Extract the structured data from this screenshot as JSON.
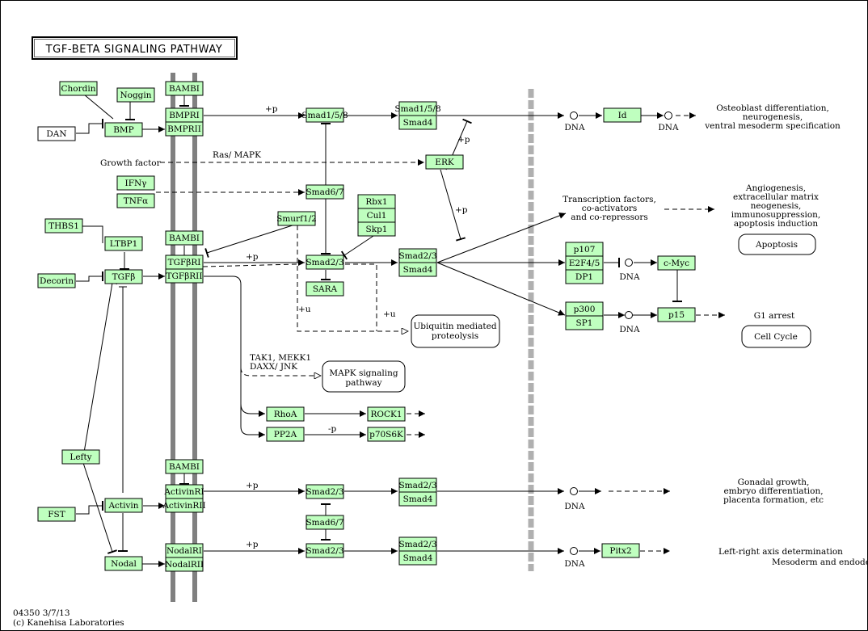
{
  "title": "TGF-BETA SIGNALING PATHWAY",
  "footer": {
    "id_date": "04350 3/7/13",
    "copyright": "(c) Kanehisa Laboratories"
  },
  "colors": {
    "gene_fill": "#bfffbf",
    "membrane": "#808080",
    "nucleus": "#b0b0b0"
  },
  "genes": {
    "chordin": "Chordin",
    "noggin": "Noggin",
    "dan": "DAN",
    "bmp": "BMP",
    "bambi1": "BAMBI",
    "bmpri": "BMPRI",
    "bmprii": "BMPRII",
    "smad158": "Smad1/5/8",
    "smad158b": "Smad1/5/8",
    "smad4_1": "Smad4",
    "id": "Id",
    "erk": "ERK",
    "ifng": "IFNγ",
    "tnfa": "TNFα",
    "smad67_1": "Smad6/7",
    "smurf": "Smurf1/2",
    "rbx1": "Rbx1",
    "cul1": "Cul1",
    "skp1": "Skp1",
    "thbs1": "THBS1",
    "ltbp1": "LTBP1",
    "decorin": "Decorin",
    "tgfb": "TGFβ",
    "bambi2": "BAMBI",
    "tgfbri": "TGFβRI",
    "tgfbrii": "TGFβRII",
    "smad23_1": "Smad2/3",
    "sara": "SARA",
    "smad23b": "Smad2/3",
    "smad4_2": "Smad4",
    "p107": "p107",
    "e2f45": "E2F4/5",
    "dp1": "DP1",
    "cmyc": "c-Myc",
    "p300": "p300",
    "sp1": "SP1",
    "p15": "p15",
    "rhoa": "RhoA",
    "rock1": "ROCK1",
    "pp2a": "PP2A",
    "p70s6k": "p70S6K",
    "lefty": "Lefty",
    "fst": "FST",
    "activin": "Activin",
    "bambi3": "BAMBI",
    "activinri": "ActivinRI",
    "activinrii": "ActivinRII",
    "smad23_2": "Smad2/3",
    "smad23c": "Smad2/3",
    "smad4_3": "Smad4",
    "smad67_2": "Smad6/7",
    "nodal": "Nodal",
    "nodalri": "NodalRI",
    "nodalrii": "NodalRII",
    "smad23_3": "Smad2/3",
    "smad23d": "Smad2/3",
    "smad4_4": "Smad4",
    "pitx2": "Pitx2"
  },
  "maps": {
    "ubiquitin_1": "Ubiquitin mediated",
    "ubiquitin_2": "proteolysis",
    "mapk_1": "MAPK signaling",
    "mapk_2": "pathway",
    "apoptosis": "Apoptosis",
    "cell_cycle": "Cell Cycle"
  },
  "labels": {
    "growth_factor": "Growth factor",
    "ras_mapk": "Ras/ MAPK",
    "plus_p": "+p",
    "minus_p": "-p",
    "plus_u": "+u",
    "tak1_1": "TAK1, MEKK1",
    "tak1_2": "DAXX/ JNK",
    "dna": "DNA",
    "tf_1": "Transcription factors,",
    "tf_2": "co-activators",
    "tf_3": "and co-repressors",
    "osteo_1": "Osteoblast differentiation,",
    "osteo_2": "neurogenesis,",
    "osteo_3": "ventral mesoderm specification",
    "angio_1": "Angiogenesis,",
    "angio_2": "extracellular matrix",
    "angio_3": "neogenesis,",
    "angio_4": "immunosuppression,",
    "angio_5": "apoptosis induction",
    "g1_arrest": "G1 arrest",
    "gonad_1": "Gonadal growth,",
    "gonad_2": "embryo differentiation,",
    "gonad_3": "placenta formation, etc",
    "lr_1": "Left-right axis determination",
    "lr_2": "Mesoderm and endoderm"
  }
}
